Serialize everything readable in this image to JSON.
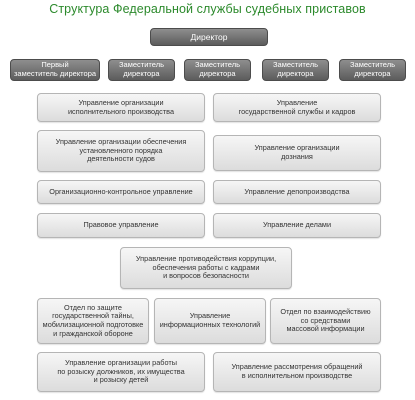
{
  "title": "Структура Федеральной службы судебных приставов",
  "director": "Директор",
  "deputies": [
    "Первый\nзаместитель директора",
    "Заместитель\nдиректора",
    "Заместитель\nдиректора",
    "Заместитель\nдиректора",
    "Заместитель\nдиректора"
  ],
  "departments": {
    "exec_org": "Управление организации\nисполнительного производства",
    "civil_service": "Управление\nгосударственной службы и кадров",
    "court_order": "Управление организации обеспечения\nустановленного порядка\nдеятельности судов",
    "inquiry": "Управление организации\nдознания",
    "control_audit": "Организационно-контрольное управление",
    "deposit": "Управление депопроизводства",
    "legal": "Правовое управление",
    "affairs": "Управление делами",
    "anticorruption": "Управление противодействия коррупции,\nобеспечения работы с кадрами\nи вопросов безопасности",
    "state_secret": "Отдел по защите\nгосударственной тайны,\nмобилизационной подготовке\nи гражданской обороне",
    "it": "Управление\nинформационных технологий",
    "media": "Отдел по взаимодействию\nсо средствами\nмассовой информации",
    "search": "Управление организации работы\nпо розыску должников, их имущества\nи розыску детей",
    "appeals": "Управление рассмотрения обращений\nв исполнительном производстве"
  }
}
